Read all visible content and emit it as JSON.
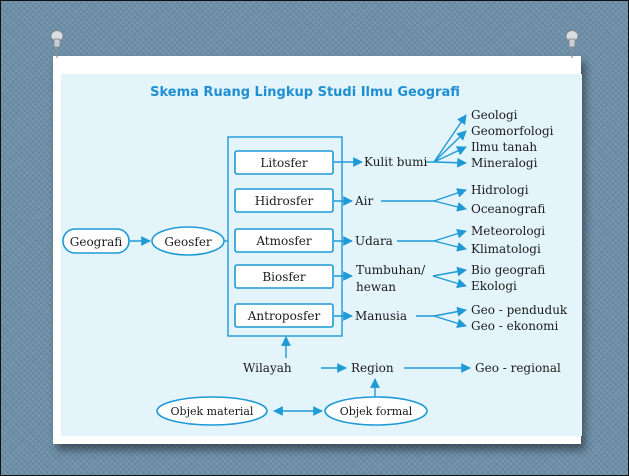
{
  "slide": {
    "title": "Skema Ruang Lingkup Studi Ilmu Geografi"
  },
  "diagram": {
    "root": "Geografi",
    "hub": "Geosfer",
    "spheres": [
      "Litosfer",
      "Hidrosfer",
      "Atmosfer",
      "Biosfer",
      "Antroposfer"
    ],
    "objects": [
      "Kulit bumi",
      "Air",
      "Udara",
      [
        "Tumbuhan/",
        "hewan"
      ],
      "Manusia"
    ],
    "subfields": [
      [
        "Geologi",
        "Geomorfologi",
        "Ilmu tanah",
        "Mineralogi"
      ],
      [
        "Hidrologi",
        "Oceanografi"
      ],
      [
        "Meteorologi",
        "Klimatologi"
      ],
      [
        "Bio geografi",
        "Ekologi"
      ],
      [
        "Geo - penduduk",
        "Geo - ekonomi"
      ]
    ],
    "bottom_row": [
      "Wilayah",
      "Region",
      "Geo - regional"
    ],
    "ovals": [
      "Objek material",
      "Objek formal"
    ]
  },
  "colors": {
    "accent": "#1e9ad6",
    "title": "#1e8fd3",
    "panel_background": "#e4f4fb",
    "frame_background": "#6d8fa8"
  },
  "icons": [
    "pushpin-icon",
    "pushpin-icon"
  ]
}
